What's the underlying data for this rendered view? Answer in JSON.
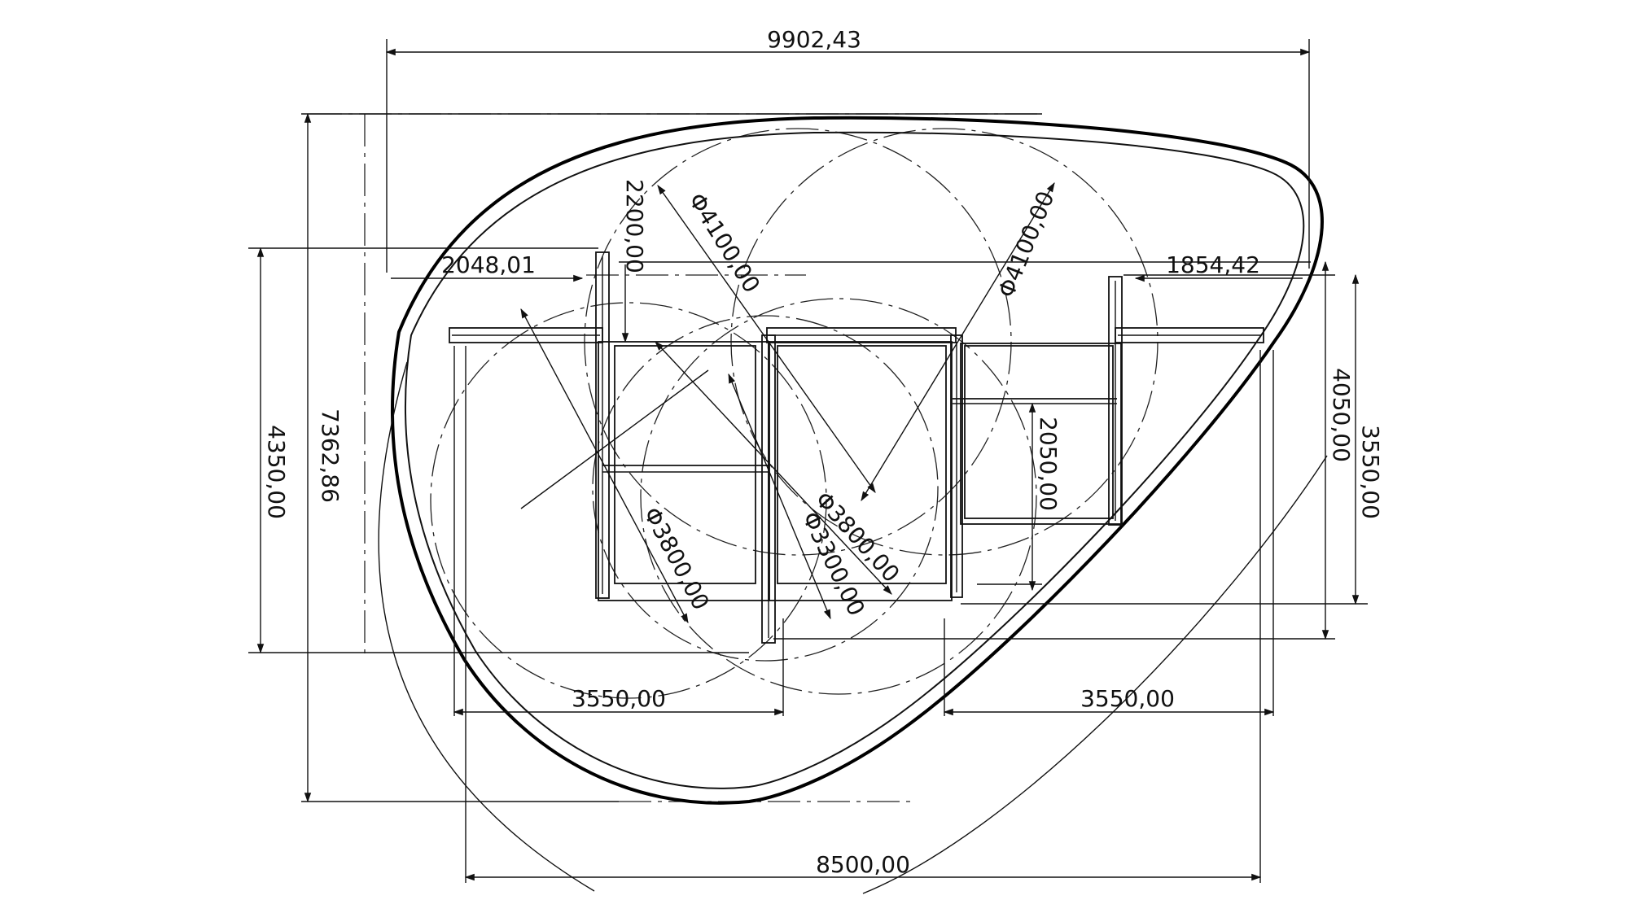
{
  "dimensions": {
    "overall_width": "9902,43",
    "height_total": "7362,86",
    "height_left": "4350,00",
    "top_offset": "2200,00",
    "left_offset": "2048,01",
    "right_offset": "1854,42",
    "height_right_outer": "4050,00",
    "height_right_inner": "3550,00",
    "inner_height": "2050,00",
    "span_left": "3550,00",
    "span_right": "3550,00",
    "base_width": "8500,00"
  },
  "diameters": {
    "d1": "Φ4100,00",
    "d2": "Φ4100,00",
    "d3": "Φ3800,00",
    "d4": "Φ3800,00",
    "d5": "Φ3300,00"
  },
  "colors": {
    "line": "#111111",
    "background": "#ffffff"
  }
}
